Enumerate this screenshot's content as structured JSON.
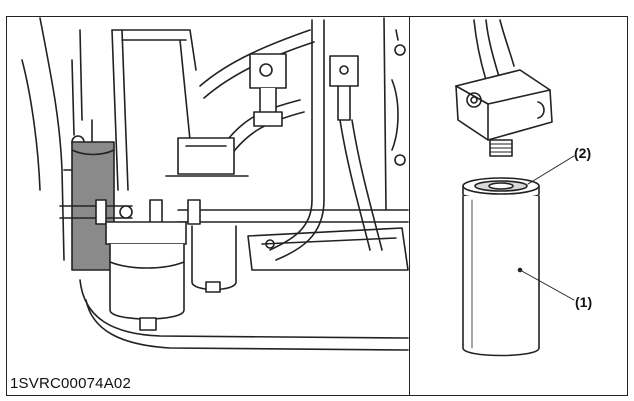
{
  "figure": {
    "code": "1SVRC00074A02",
    "callouts": {
      "filter_cartridge": "(1)",
      "gasket": "(2)"
    },
    "colors": {
      "line": "#222222",
      "gray_component": "#8a8a8a",
      "light_gray": "#d9d9d9",
      "background": "#ffffff"
    }
  }
}
